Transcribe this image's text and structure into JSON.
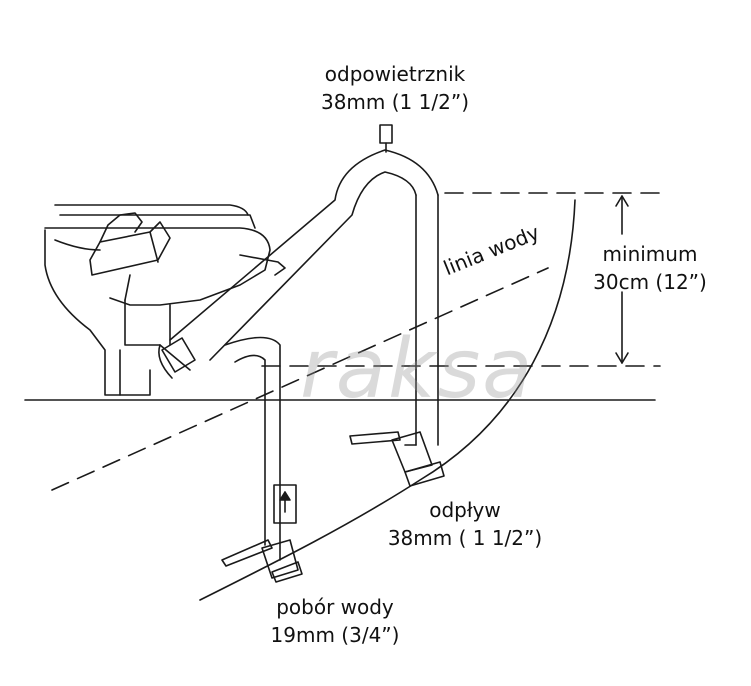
{
  "labels": {
    "vent_line1": "odpowietrznik",
    "vent_line2": "38mm (1 1/2”)",
    "minimum_line1": "minimum",
    "minimum_line2": "30cm (12”)",
    "waterline": "linia wody",
    "outlet_line1": "odpływ",
    "outlet_line2": "38mm ( 1 1/2”)",
    "intake_line1": "pobór wody",
    "intake_line2": "19mm (3/4”)"
  },
  "watermark": "raksa",
  "colors": {
    "line": "#1a1a1a",
    "background": "#ffffff",
    "watermark": "#969696"
  }
}
